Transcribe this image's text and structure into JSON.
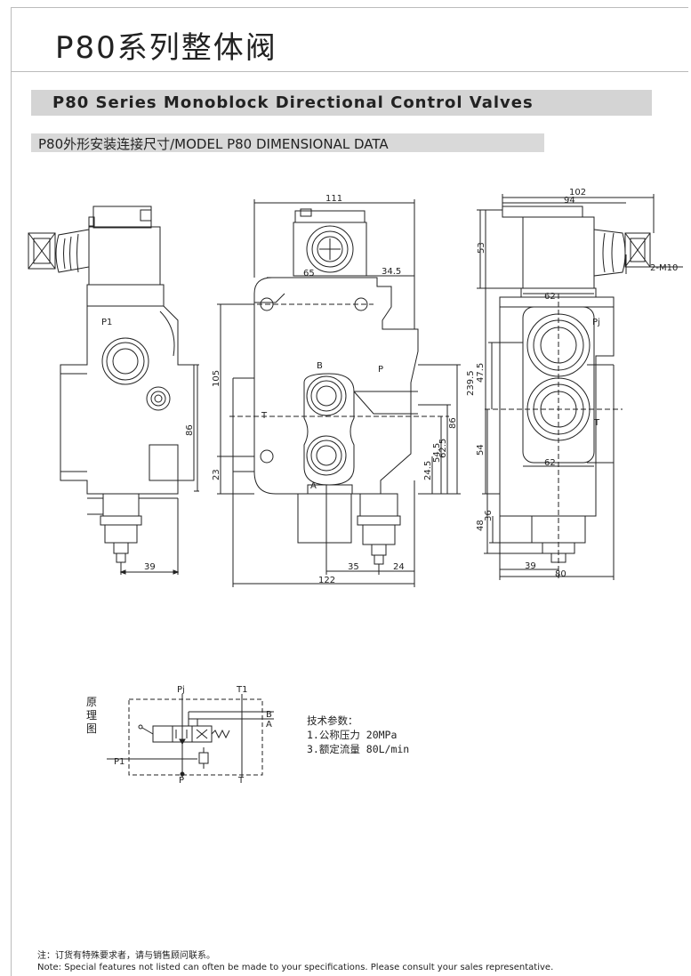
{
  "page": {
    "title": "P80系列整体阀",
    "section_title": "P80 Series Monoblock Directional Control Valves",
    "subsection_title": "P80外形安装连接尺寸/MODEL P80 DIMENSIONAL DATA"
  },
  "drawing": {
    "left_view": {
      "dims": [
        "86",
        "39"
      ],
      "ports": [
        "P1"
      ]
    },
    "front_view": {
      "dims": [
        "111",
        "65",
        "34.5",
        "105",
        "23",
        "24.5",
        "54.5",
        "62.5",
        "86",
        "35",
        "24",
        "122"
      ],
      "ports": [
        "B",
        "P",
        "T",
        "A"
      ]
    },
    "right_view": {
      "dims": [
        "102",
        "94",
        "2-M10",
        "53",
        "239.5",
        "47.5",
        "62",
        "54",
        "62",
        "36",
        "48",
        "39",
        "80"
      ],
      "ports": [
        "Pj",
        "T"
      ]
    }
  },
  "schematic": {
    "label": "原理图",
    "ports": {
      "pj": "Pj",
      "t1": "T1",
      "b": "B",
      "a": "A",
      "p1": "P1",
      "p": "P",
      "t": "T"
    }
  },
  "tech": {
    "heading": "技术参数：",
    "line1": "1.公称压力  20MPa",
    "line2": "3.额定流量  80L/min"
  },
  "note": {
    "cn": "注：订货有特殊要求者，请与销售顾问联系。",
    "en": "Note: Special features not listed can often be made to your specifications. Please consult your sales representative."
  }
}
